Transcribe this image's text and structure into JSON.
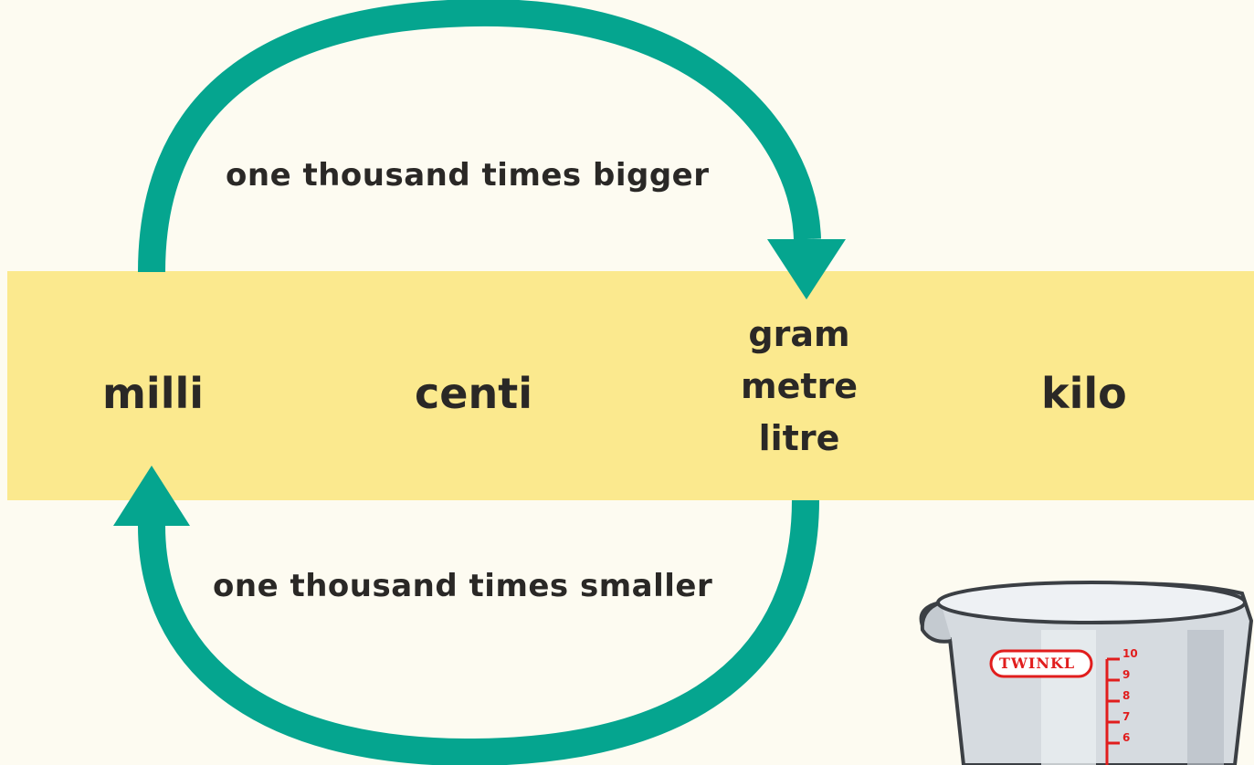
{
  "top_caption": "one thousand times bigger",
  "bottom_caption": "one thousand times smaller",
  "prefixes": {
    "milli": "milli",
    "centi": "centi",
    "kilo": "kilo"
  },
  "base_units": [
    "gram",
    "metre",
    "litre"
  ],
  "jug": {
    "brand": "TWINKL",
    "scale": [
      "10",
      "9",
      "8",
      "7",
      "6"
    ]
  },
  "colors": {
    "background": "#fdfbf1",
    "band": "#fbe98e",
    "arrow": "#05a58f",
    "text": "#2a2826",
    "jug_scale": "#e11d1d"
  }
}
